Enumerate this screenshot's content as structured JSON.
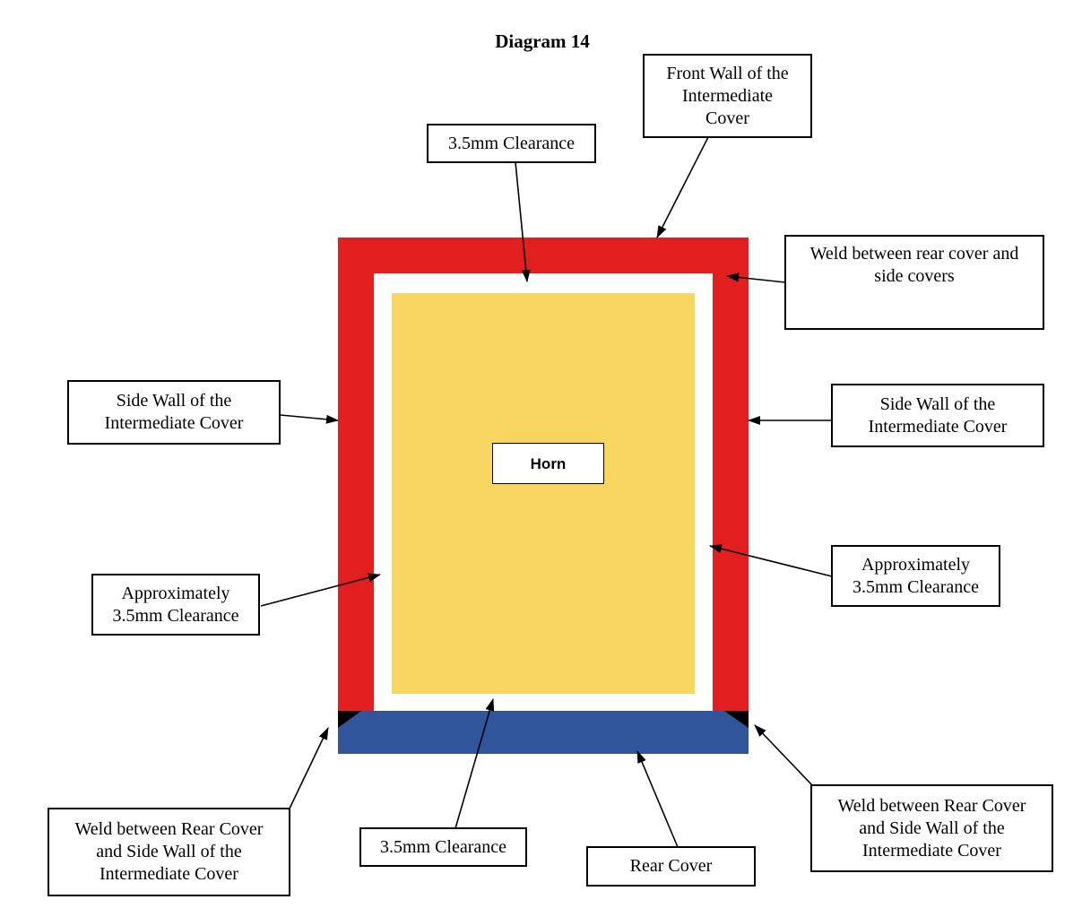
{
  "title": "Diagram 14",
  "colors": {
    "front_wall": "#e31e1e",
    "horn": "#f9d65f",
    "rear_cover": "#30559a",
    "weld": "#000000"
  },
  "labels": {
    "clearance_top": "3.5mm Clearance",
    "front_wall": "Front Wall of the\nIntermediate\nCover",
    "weld_rear_side_covers": "Weld between rear cover and\nside covers",
    "side_wall_left": "Side Wall of the\nIntermediate Cover",
    "side_wall_right": "Side Wall of the\nIntermediate Cover",
    "horn": "Horn",
    "clearance_left": "Approximately\n3.5mm Clearance",
    "clearance_right": "Approximately\n3.5mm Clearance",
    "weld_left": "Weld between Rear Cover\nand Side Wall of the\nIntermediate Cover",
    "clearance_bottom": "3.5mm Clearance",
    "rear_cover": "Rear Cover",
    "weld_right": "Weld between Rear Cover\nand Side Wall of the\nIntermediate Cover"
  }
}
